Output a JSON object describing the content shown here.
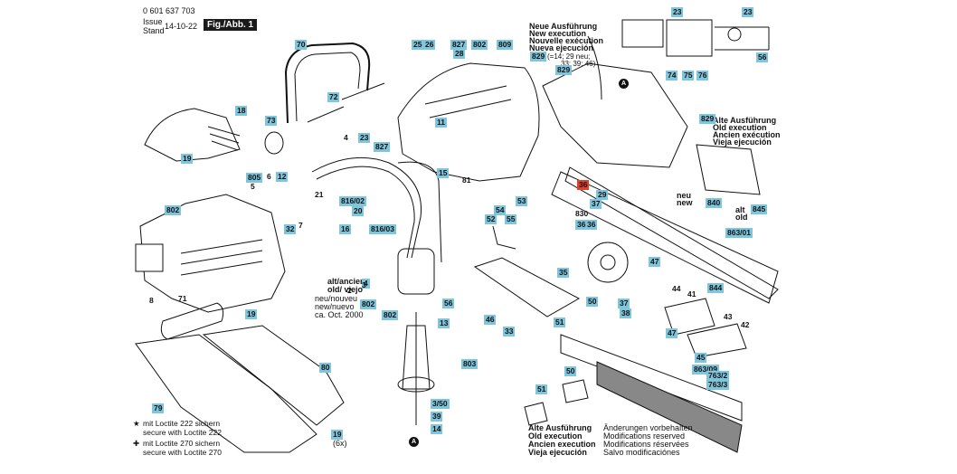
{
  "header": {
    "doc_number": "0 601 637 703",
    "issue_label": "Issue",
    "stand_label": "Stand",
    "date": "14-10-22",
    "figure_label": "Fig./Abb. 1"
  },
  "new_version_note": {
    "lines": [
      "Neue Ausführung",
      "New execution",
      "Nouvelle exécution",
      "Nueva ejecución"
    ],
    "callout": "829",
    "detail": "(=14; 29 neu;",
    "detail2": "33; 39; 46)"
  },
  "old_version_note": {
    "callout": "829",
    "lines": [
      "Alte Ausführung",
      "Old execution",
      "Ancien exécution",
      "Vieja ejecución"
    ]
  },
  "old_version_bottom": {
    "lines": [
      "Alte Ausführung",
      "Old execution",
      "Ancien execution",
      "Vieja ejecución"
    ]
  },
  "changes_note": {
    "lines": [
      "Änderungen vorbehalten",
      "Modifications reserved",
      "Modifications réservées",
      "Salvo modificaciónes"
    ]
  },
  "legend": {
    "star_de": "mit Loctite 222 sichern",
    "star_en": "secure with Loctite 222",
    "cross_de": "mit Loctite 270 sichern",
    "cross_en": "secure with Loctite 270"
  },
  "alt_note": {
    "line1": "alt/ancien",
    "line2": "old/ viejo",
    "callout": "4"
  },
  "new_note": {
    "line1": "neu/nouveu",
    "line2": "new/nuevo",
    "line3": "ca. Oct. 2000",
    "callout": "802"
  },
  "neu_new": [
    "neu",
    "new"
  ],
  "alt_old": [
    "alt",
    "old"
  ],
  "six_x": "(6x)",
  "marker_a": "A",
  "callouts": [
    "70",
    "72",
    "73",
    "18",
    "19",
    "805",
    "5",
    "6",
    "12",
    "4",
    "23",
    "827",
    "21",
    "7",
    "32",
    "802",
    "8",
    "71",
    "19",
    "79",
    "80",
    "19",
    "25",
    "26",
    "827",
    "28",
    "802",
    "809",
    "11",
    "15",
    "81",
    "816/02",
    "20",
    "16",
    "816/03",
    "3",
    "802",
    "2",
    "56",
    "13",
    "803",
    "3/50",
    "39",
    "14",
    "53",
    "54",
    "55",
    "52",
    "46",
    "33",
    "23",
    "23",
    "56",
    "829",
    "74",
    "75",
    "76",
    "829",
    "840",
    "845",
    "863/01",
    "36",
    "37",
    "830",
    "36",
    "35",
    "47",
    "44",
    "41",
    "844",
    "50",
    "37",
    "38",
    "51",
    "43",
    "42",
    "47",
    "45",
    "863/09",
    "763/2",
    "763/3",
    "51",
    "50",
    "29"
  ],
  "red_callout": "36"
}
